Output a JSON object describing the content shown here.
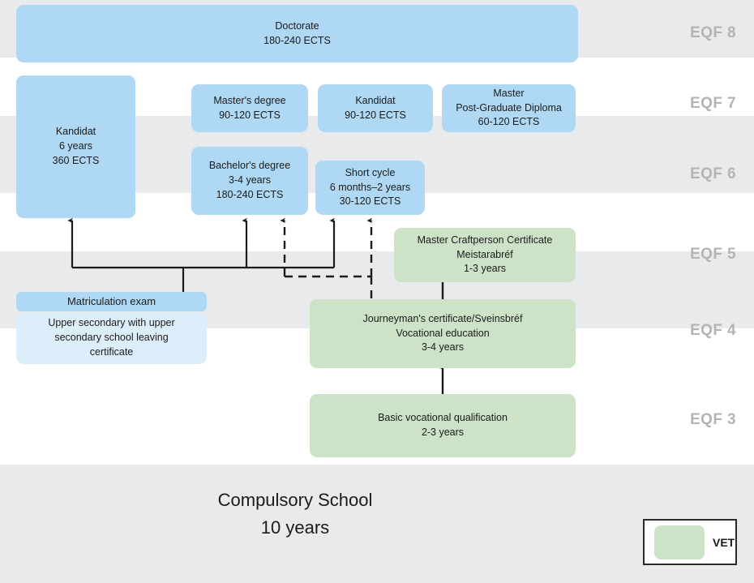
{
  "diagram": {
    "title_main": "Compulsory School",
    "title_sub": "10 years",
    "eqf_levels": [
      {
        "label": "EQF 8"
      },
      {
        "label": "EQF 7"
      },
      {
        "label": "EQF 6"
      },
      {
        "label": "EQF 5"
      },
      {
        "label": "EQF 4"
      },
      {
        "label": "EQF 3"
      }
    ],
    "colors": {
      "higher_education": "#aed8f4",
      "vet": "#cce3c7",
      "general_upper_secondary": "#ddeefb",
      "band_shaded": "#e9eaeb",
      "band_plain": "#ffffff",
      "eqf_label": "#b4b4b4",
      "connector": "#1b1b1b"
    },
    "boxes": {
      "doctorate": {
        "l1": "Doctorate",
        "l2": "180-240  ECTS"
      },
      "kandidat6": {
        "l1": "Kandidat",
        "l2": "6 years",
        "l3": "360 ECTS"
      },
      "masters": {
        "l1": "Master's degree",
        "l2": "90-120 ECTS"
      },
      "kandidat_m": {
        "l1": "Kandidat",
        "l2": "90-120 ECTS"
      },
      "master_pgd": {
        "l1": "Master",
        "l2": "Post-Graduate Diploma",
        "l3": "60-120  ECTS"
      },
      "bachelor": {
        "l1": "Bachelor's degree",
        "l2": "3-4 years",
        "l3": "180-240  ECTS"
      },
      "short_cycle": {
        "l1": "Short cycle",
        "l2": "6 months–2 years",
        "l3": "30-120  ECTS"
      },
      "master_craftperson": {
        "l1": "Master Craftperson Certificate",
        "l2": "Meistarabréf",
        "l3": "1-3 years"
      },
      "matriculation": {
        "l1": "Matriculation exam"
      },
      "upper_secondary": {
        "l1": "Upper secondary with upper",
        "l2": "secondary school leaving",
        "l3": "certificate"
      },
      "journeyman": {
        "l1": "Journeyman's certificate/Sveinsbréf",
        "l2": "Vocational education",
        "l3": "3-4 years"
      },
      "basic_vocational": {
        "l1": "Basic vocational qualification",
        "l2": "2-3 years"
      }
    },
    "legend": {
      "label": "VET",
      "swatch_color": "#cce3c7"
    }
  }
}
